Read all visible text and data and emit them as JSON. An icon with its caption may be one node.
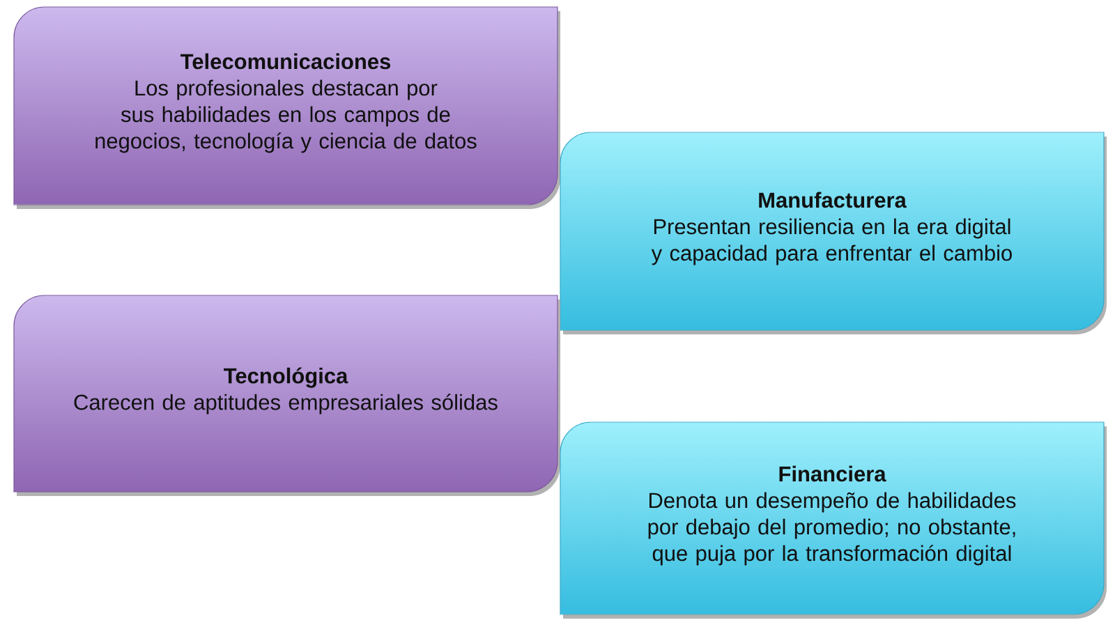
{
  "diagram": {
    "nodes": [
      {
        "text": [
          "Telecomunicaciones",
          "Los profesionales destacan por sus habilidades en los campos de negocios, tecnología y ciencia de datos"
        ]
      },
      {
        "text": [
          "Manufacturera",
          "Presentan resiliencia en la era digital y capacidad para enfrentar el cambio"
        ]
      },
      {
        "text": [
          "Tecnológica",
          "Carecen de aptitudes empresariales sólidas"
        ]
      },
      {
        "text": [
          "Financiera",
          "Denota un desempeño de habilidades por debajo del promedio; no obstante, que puja por la transformación digital"
        ]
      }
    ]
  }
}
